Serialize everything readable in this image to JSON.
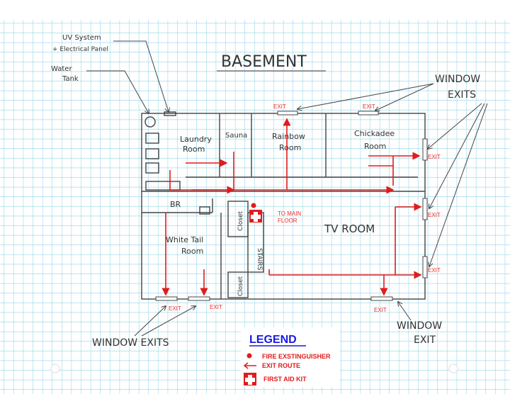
{
  "title": "BASEMENT",
  "callouts": {
    "uv_line1": "UV System",
    "uv_line2": "+ Electrical Panel",
    "water_line1": "Water",
    "water_line2": "Tank",
    "window_exits_top_line1": "WINDOW",
    "window_exits_top_line2": "EXITS",
    "window_exits_bottom": "WINDOW EXITS",
    "window_exit_right_line1": "WINDOW",
    "window_exit_right_line2": "EXIT"
  },
  "rooms": {
    "laundry_line1": "Laundry",
    "laundry_line2": "Room",
    "sauna": "Sauna",
    "rainbow_line1": "Rainbow",
    "rainbow_line2": "Room",
    "chickadee_line1": "Chickadee",
    "chickadee_line2": "Room",
    "br": "BR",
    "closet_top": "Closet",
    "closet_bottom": "Closet",
    "stairs": "STAIRS",
    "tv_room": "TV ROOM",
    "white_tail_line1": "White Tail",
    "white_tail_line2": "Room"
  },
  "to_main_floor_line1": "TO MAIN",
  "to_main_floor_line2": "FLOOR",
  "exit_label": "EXIT",
  "legend": {
    "title": "LEGEND",
    "items": [
      {
        "icon": "fire-extinguisher-dot",
        "label": "FIRE EXSTINGUISHER"
      },
      {
        "icon": "exit-route-arrow",
        "label": "EXIT ROUTE"
      },
      {
        "icon": "first-aid-cross",
        "label": "FIRST AID KIT"
      }
    ]
  },
  "colors": {
    "grid": "#8fd3e3",
    "route": "#e21b1b",
    "legend_title": "#1a1adf"
  }
}
